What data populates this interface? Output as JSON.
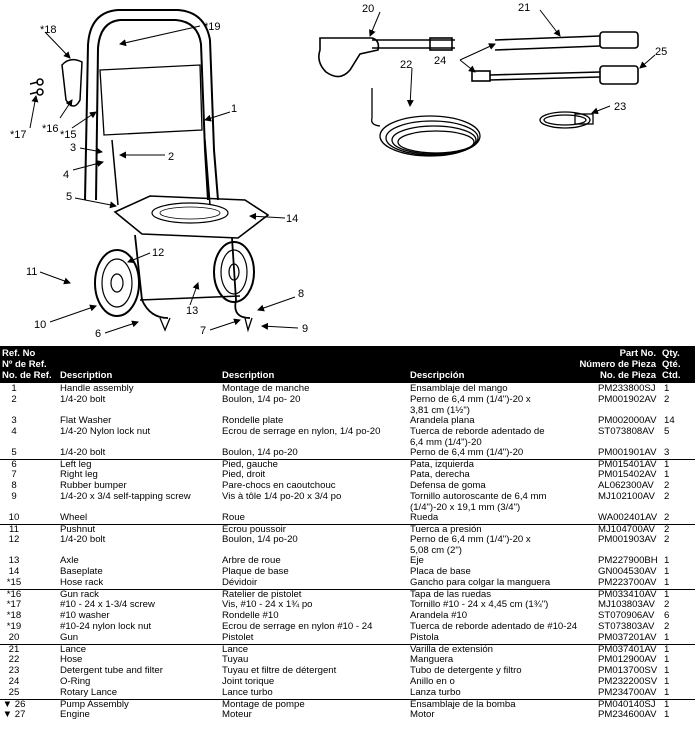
{
  "callouts": {
    "c1": "1",
    "c2": "2",
    "c3": "3",
    "c4": "4",
    "c5": "5",
    "c6": "6",
    "c7": "7",
    "c8": "8",
    "c9": "9",
    "c10": "10",
    "c11": "11",
    "c12": "12",
    "c13": "13",
    "c14": "14",
    "c15": "*15",
    "c16": "*16",
    "c17": "*17",
    "c18": "*18",
    "c19": "*19",
    "c20": "20",
    "c21": "21",
    "c22": "22",
    "c23": "23",
    "c24": "24",
    "c25": "25"
  },
  "header": {
    "ref_label": "Ref. No\nNº de Ref.\nNo. de Ref.",
    "description_en": "Description",
    "description_fr": "Description",
    "description_es": "Descripción",
    "part_label": "Part No.\nNúmero de Pieza\nNo. de Pieza",
    "qty_label": "Qty.\nQté.\nCtd."
  },
  "rows": [
    {
      "ref": "1",
      "en": "Handle assembly",
      "fr": "Montage de manche",
      "es": "Ensamblaje del mango",
      "part": "PM233800SJ",
      "qty": "1",
      "sep": false,
      "h": 1
    },
    {
      "ref": "2",
      "en": "1/4-20 bolt",
      "fr": "Boulon, 1/4 po- 20",
      "es": "Perno de 6,4 mm (1/4\")-20 x\n3,81 cm (1½\")",
      "part": "PM001902AV",
      "qty": "2",
      "sep": false,
      "h": 2
    },
    {
      "ref": "3",
      "en": "Flat Washer",
      "fr": "Rondelle plate",
      "es": "Arandela plana",
      "part": "PM002000AV",
      "qty": "14",
      "sep": false,
      "h": 1
    },
    {
      "ref": "4",
      "en": "1/4-20 Nylon lock nut",
      "fr": "Ecrou de serrage en nylon, 1/4 po-20",
      "es": "Tuerca de reborde adentado de\n6,4 mm (1/4\")-20",
      "part": "ST073808AV",
      "qty": "5",
      "sep": false,
      "h": 2
    },
    {
      "ref": "5",
      "en": "1/4-20 bolt",
      "fr": "Boulon, 1/4 po-20",
      "es": "Perno de 6,4 mm (1/4\")-20",
      "part": "PM001901AV",
      "qty": "3",
      "sep": false,
      "h": 1
    },
    {
      "ref": "6",
      "en": "Left leg",
      "fr": "Pied, gauche",
      "es": "Pata, izquierda",
      "part": "PM015401AV",
      "qty": "1",
      "sep": true,
      "h": 1
    },
    {
      "ref": "7",
      "en": "Right leg",
      "fr": "Pied, droit",
      "es": "Pata, derecha",
      "part": "PM015402AV",
      "qty": "1",
      "sep": false,
      "h": 1
    },
    {
      "ref": "8",
      "en": "Rubber bumper",
      "fr": "Pare-chocs en caoutchouc",
      "es": "Defensa de goma",
      "part": "AL062300AV",
      "qty": "2",
      "sep": false,
      "h": 1
    },
    {
      "ref": "9",
      "en": "1/4-20 x 3/4 self-tapping screw",
      "fr": "Vis à tôle 1/4 po-20 x 3/4 po",
      "es": "Tornillo autoroscante de 6,4 mm\n(1/4\")-20 x 19,1 mm (3/4\")",
      "part": "MJ102100AV",
      "qty": "2",
      "sep": false,
      "h": 2
    },
    {
      "ref": "10",
      "en": "Wheel",
      "fr": "Roue",
      "es": "Rueda",
      "part": "WA002401AV",
      "qty": "2",
      "sep": false,
      "h": 1
    },
    {
      "ref": "11",
      "en": "Pushnut",
      "fr": "Ecrou poussoir",
      "es": "Tuerca a presión",
      "part": "MJ104700AV",
      "qty": "2",
      "sep": true,
      "h": 1
    },
    {
      "ref": "12",
      "en": "1/4-20 bolt",
      "fr": "Boulon, 1/4 po-20",
      "es": "Perno de 6,4 mm (1/4\")-20 x\n5,08 cm (2\")",
      "part": "PM001903AV",
      "qty": "2",
      "sep": false,
      "h": 2
    },
    {
      "ref": "13",
      "en": "Axle",
      "fr": "Arbre de roue",
      "es": "Eje",
      "part": "PM227900BH",
      "qty": "1",
      "sep": false,
      "h": 1
    },
    {
      "ref": "14",
      "en": "Baseplate",
      "fr": "Plaque de base",
      "es": "Placa de base",
      "part": "GN004530AV",
      "qty": "1",
      "sep": false,
      "h": 1
    },
    {
      "ref": "*15",
      "en": "Hose rack",
      "fr": "Dévidoir",
      "es": "Gancho para colgar la manguera",
      "part": "PM223700AV",
      "qty": "1",
      "sep": false,
      "h": 1
    },
    {
      "ref": "*16",
      "en": "Gun rack",
      "fr": "Ratelier de pistolet",
      "es": "Tapa de las ruedas",
      "part": "PM033410AV",
      "qty": "1",
      "sep": true,
      "h": 1
    },
    {
      "ref": "*17",
      "en": "#10 - 24 x 1-3/4 screw",
      "fr": "Vis, #10 - 24 x 1¾ po",
      "es": "Tornillo #10 - 24 x 4,45 cm (1¾\")",
      "part": "MJ103803AV",
      "qty": "2",
      "sep": false,
      "h": 1
    },
    {
      "ref": "*18",
      "en": "#10 washer",
      "fr": "Rondelle #10",
      "es": "Arandela #10",
      "part": "ST070906AV",
      "qty": "6",
      "sep": false,
      "h": 1
    },
    {
      "ref": "*19",
      "en": "#10-24 nylon lock nut",
      "fr": "Ecrou de serrage en nylon #10 - 24",
      "es": "Tuerca de reborde adentado de #10-24",
      "part": "ST073803AV",
      "qty": "2",
      "sep": false,
      "h": 1
    },
    {
      "ref": "20",
      "en": "Gun",
      "fr": "Pistolet",
      "es": "Pistola",
      "part": "PM037201AV",
      "qty": "1",
      "sep": false,
      "h": 1
    },
    {
      "ref": "21",
      "en": "Lance",
      "fr": "Lance",
      "es": "Varilla de extensión",
      "part": "PM037401AV",
      "qty": "1",
      "sep": true,
      "h": 1
    },
    {
      "ref": "22",
      "en": "Hose",
      "fr": "Tuyau",
      "es": "Manguera",
      "part": "PM012900AV",
      "qty": "1",
      "sep": false,
      "h": 1
    },
    {
      "ref": "23",
      "en": "Detergent tube and filter",
      "fr": "Tuyau et filtre de détergent",
      "es": "Tubo de detergente y filtro",
      "part": "PM013700SV",
      "qty": "1",
      "sep": false,
      "h": 1
    },
    {
      "ref": "24",
      "en": "O-Ring",
      "fr": "Joint torique",
      "es": "Anillo en o",
      "part": "PM232200SV",
      "qty": "1",
      "sep": false,
      "h": 1
    },
    {
      "ref": "25",
      "en": "Rotary Lance",
      "fr": "Lance turbo",
      "es": "Lanza turbo",
      "part": "PM234700AV",
      "qty": "1",
      "sep": false,
      "h": 1
    },
    {
      "ref": "▼ 26",
      "en": "Pump Assembly",
      "fr": "Montage de pompe",
      "es": "Ensamblaje de la bomba",
      "part": "PM040140SJ",
      "qty": "1",
      "sep": true,
      "h": 1
    },
    {
      "ref": "▼ 27",
      "en": "Engine",
      "fr": "Moteur",
      "es": "Motor",
      "part": "PM234600AV",
      "qty": "1",
      "sep": false,
      "h": 1
    }
  ]
}
